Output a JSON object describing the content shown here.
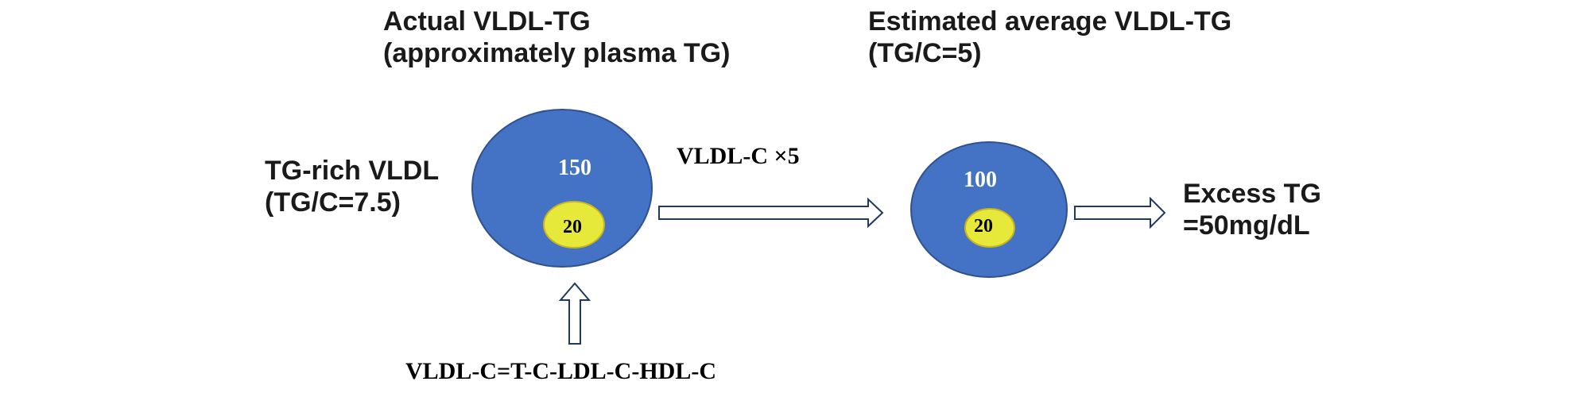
{
  "left_header": {
    "line1": "Actual VLDL-TG",
    "line2": "(approximately plasma TG)"
  },
  "right_header": {
    "line1": "Estimated average VLDL-TG",
    "line2": "(TG/C=5)"
  },
  "side_label": {
    "line1": "TG-rich VLDL",
    "line2": "(TG/C=7.5)"
  },
  "left_particle": {
    "tg_value": "150",
    "c_value": "20"
  },
  "right_particle": {
    "tg_value": "100",
    "c_value": "20"
  },
  "conversion_label": "VLDL-C ×5",
  "excess": {
    "line1": "Excess TG",
    "line2": "=50mg/dL"
  },
  "formula": "VLDL-C=T-C-LDL-C-HDL-C",
  "colors": {
    "particle_fill": "#4472c4",
    "particle_stroke": "#2f528f",
    "core_fill": "#e6e83a",
    "arrow_stroke": "#1f3864"
  }
}
